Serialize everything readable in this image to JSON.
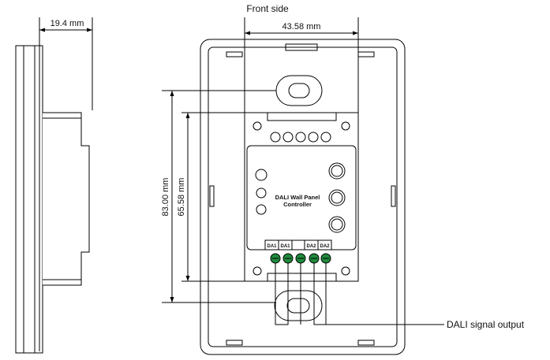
{
  "labels": {
    "front_side": "Front side",
    "depth": "19.4 mm",
    "width": "43.58 mm",
    "height_outer": "83.00 mm",
    "height_inner": "65.58 mm",
    "device_line1": "DALI Wall Panel",
    "device_line2": "Controller",
    "signal_output": "DALI signal output"
  },
  "terminals": [
    "DA1",
    "DA1",
    "",
    "DA2",
    "DA2"
  ]
}
